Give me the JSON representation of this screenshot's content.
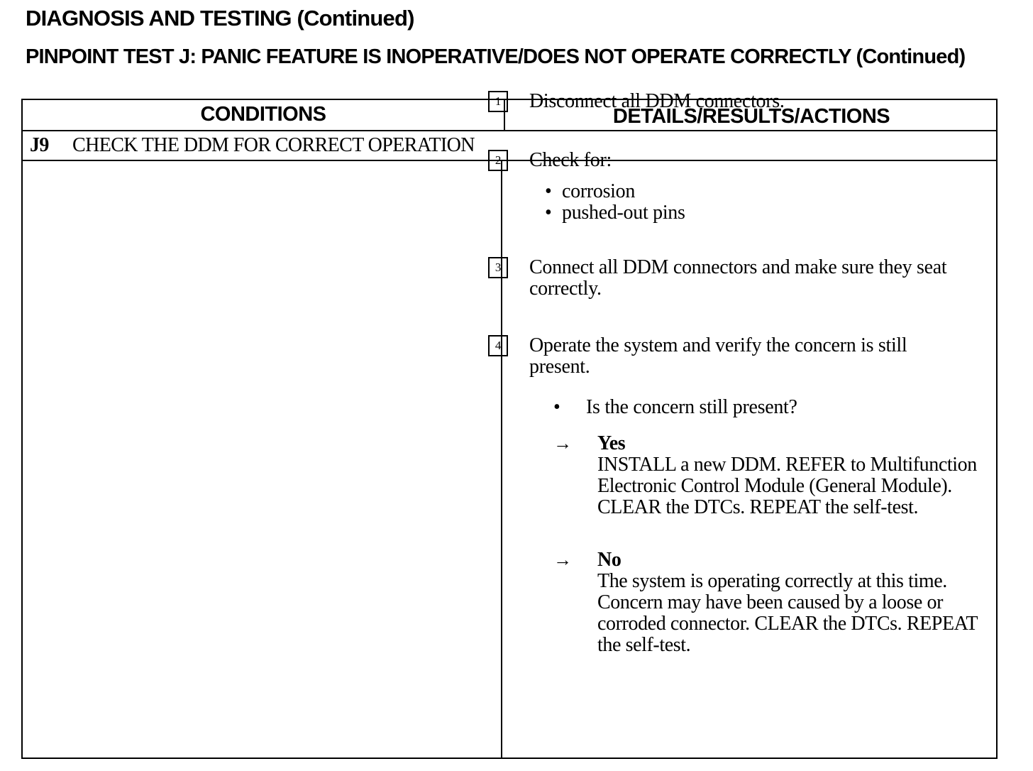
{
  "header": {
    "title": "DIAGNOSIS AND TESTING (Continued)",
    "subtitle": "PINPOINT TEST J:  PANIC FEATURE IS INOPERATIVE/DOES NOT OPERATE CORRECTLY (Continued)"
  },
  "table": {
    "col_conditions": "CONDITIONS",
    "col_details": "DETAILS/RESULTS/ACTIONS",
    "step_id": "J9",
    "step_title": "CHECK THE DDM FOR CORRECT OPERATION",
    "steps": [
      {
        "number": "1",
        "text": "Disconnect all DDM connectors."
      },
      {
        "number": "2",
        "text": "Check for:",
        "bullets": [
          "corrosion",
          "pushed-out pins"
        ]
      },
      {
        "number": "3",
        "text": "Connect all DDM connectors and make sure they seat correctly."
      },
      {
        "number": "4",
        "text": "Operate the system and verify the concern is still present."
      }
    ],
    "question": "Is the concern still present?",
    "answers": [
      {
        "arrow": "→",
        "label": "Yes",
        "text": "INSTALL a new DDM. REFER to Multifunction Electronic Control Module (General Module). CLEAR the DTCs. REPEAT the self-test."
      },
      {
        "arrow": "→",
        "label": "No",
        "text": "The system is operating correctly at this time. Concern may have been caused by a loose or corroded connector. CLEAR the DTCs. REPEAT the self-test."
      }
    ]
  }
}
